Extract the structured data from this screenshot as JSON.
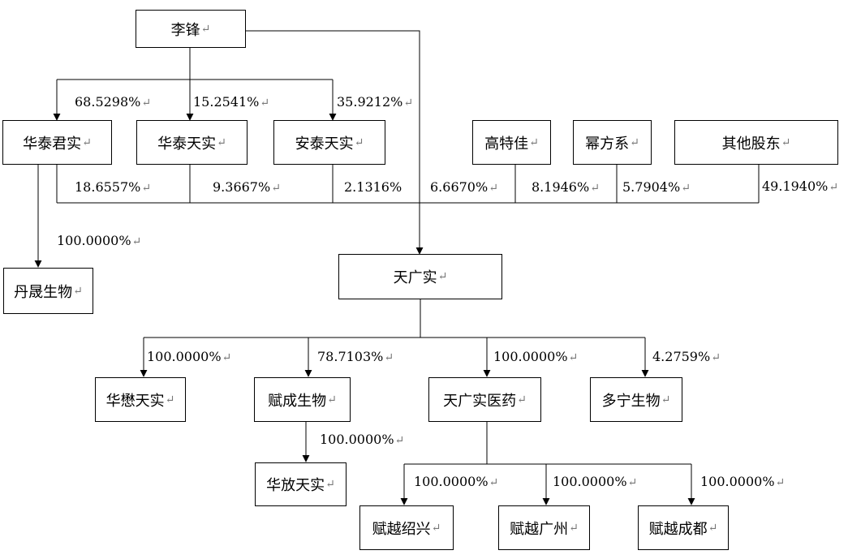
{
  "entities": {
    "li_feng": "李锋",
    "huatai_junshi": "华泰君实",
    "huatai_tianshi": "华泰天实",
    "antai_tianshi": "安泰天实",
    "gaotejia": "高特佳",
    "mifangxi": "幂方系",
    "other_shareholders": "其他股东",
    "dansheng_bio": "丹晟生物",
    "tianguangshi": "天广实",
    "huamao_tianshi": "华懋天实",
    "fucheng_bio": "赋成生物",
    "tianguangshi_pharma": "天广实医药",
    "duoning_bio": "多宁生物",
    "huafang_tianshi": "华放天实",
    "fuyue_shaoxing": "赋越绍兴",
    "fuyue_guangzhou": "赋越广州",
    "fuyue_chengdu": "赋越成都"
  },
  "percentages": {
    "li_to_junshi": "68.5298%",
    "li_to_tianshi": "15.2541%",
    "li_to_antai": "35.9212%",
    "junshi_to_tgs": "18.6557%",
    "tianshi_to_tgs": "9.3667%",
    "antai_to_tgs": "2.1316%",
    "li_to_tgs": "6.6670%",
    "gaotejia_to_tgs": "8.1946%",
    "mifangxi_to_tgs": "5.7904%",
    "others_to_tgs": "49.1940%",
    "junshi_to_dansheng": "100.0000%",
    "tgs_to_huamao": "100.0000%",
    "tgs_to_fucheng": "78.7103%",
    "tgs_to_pharma": "100.0000%",
    "tgs_to_duoning": "4.2759%",
    "fucheng_to_huafang": "100.0000%",
    "pharma_to_shaoxing": "100.0000%",
    "pharma_to_guangzhou": "100.0000%",
    "pharma_to_chengdu": "100.0000%"
  },
  "paragraph_mark": "↵"
}
